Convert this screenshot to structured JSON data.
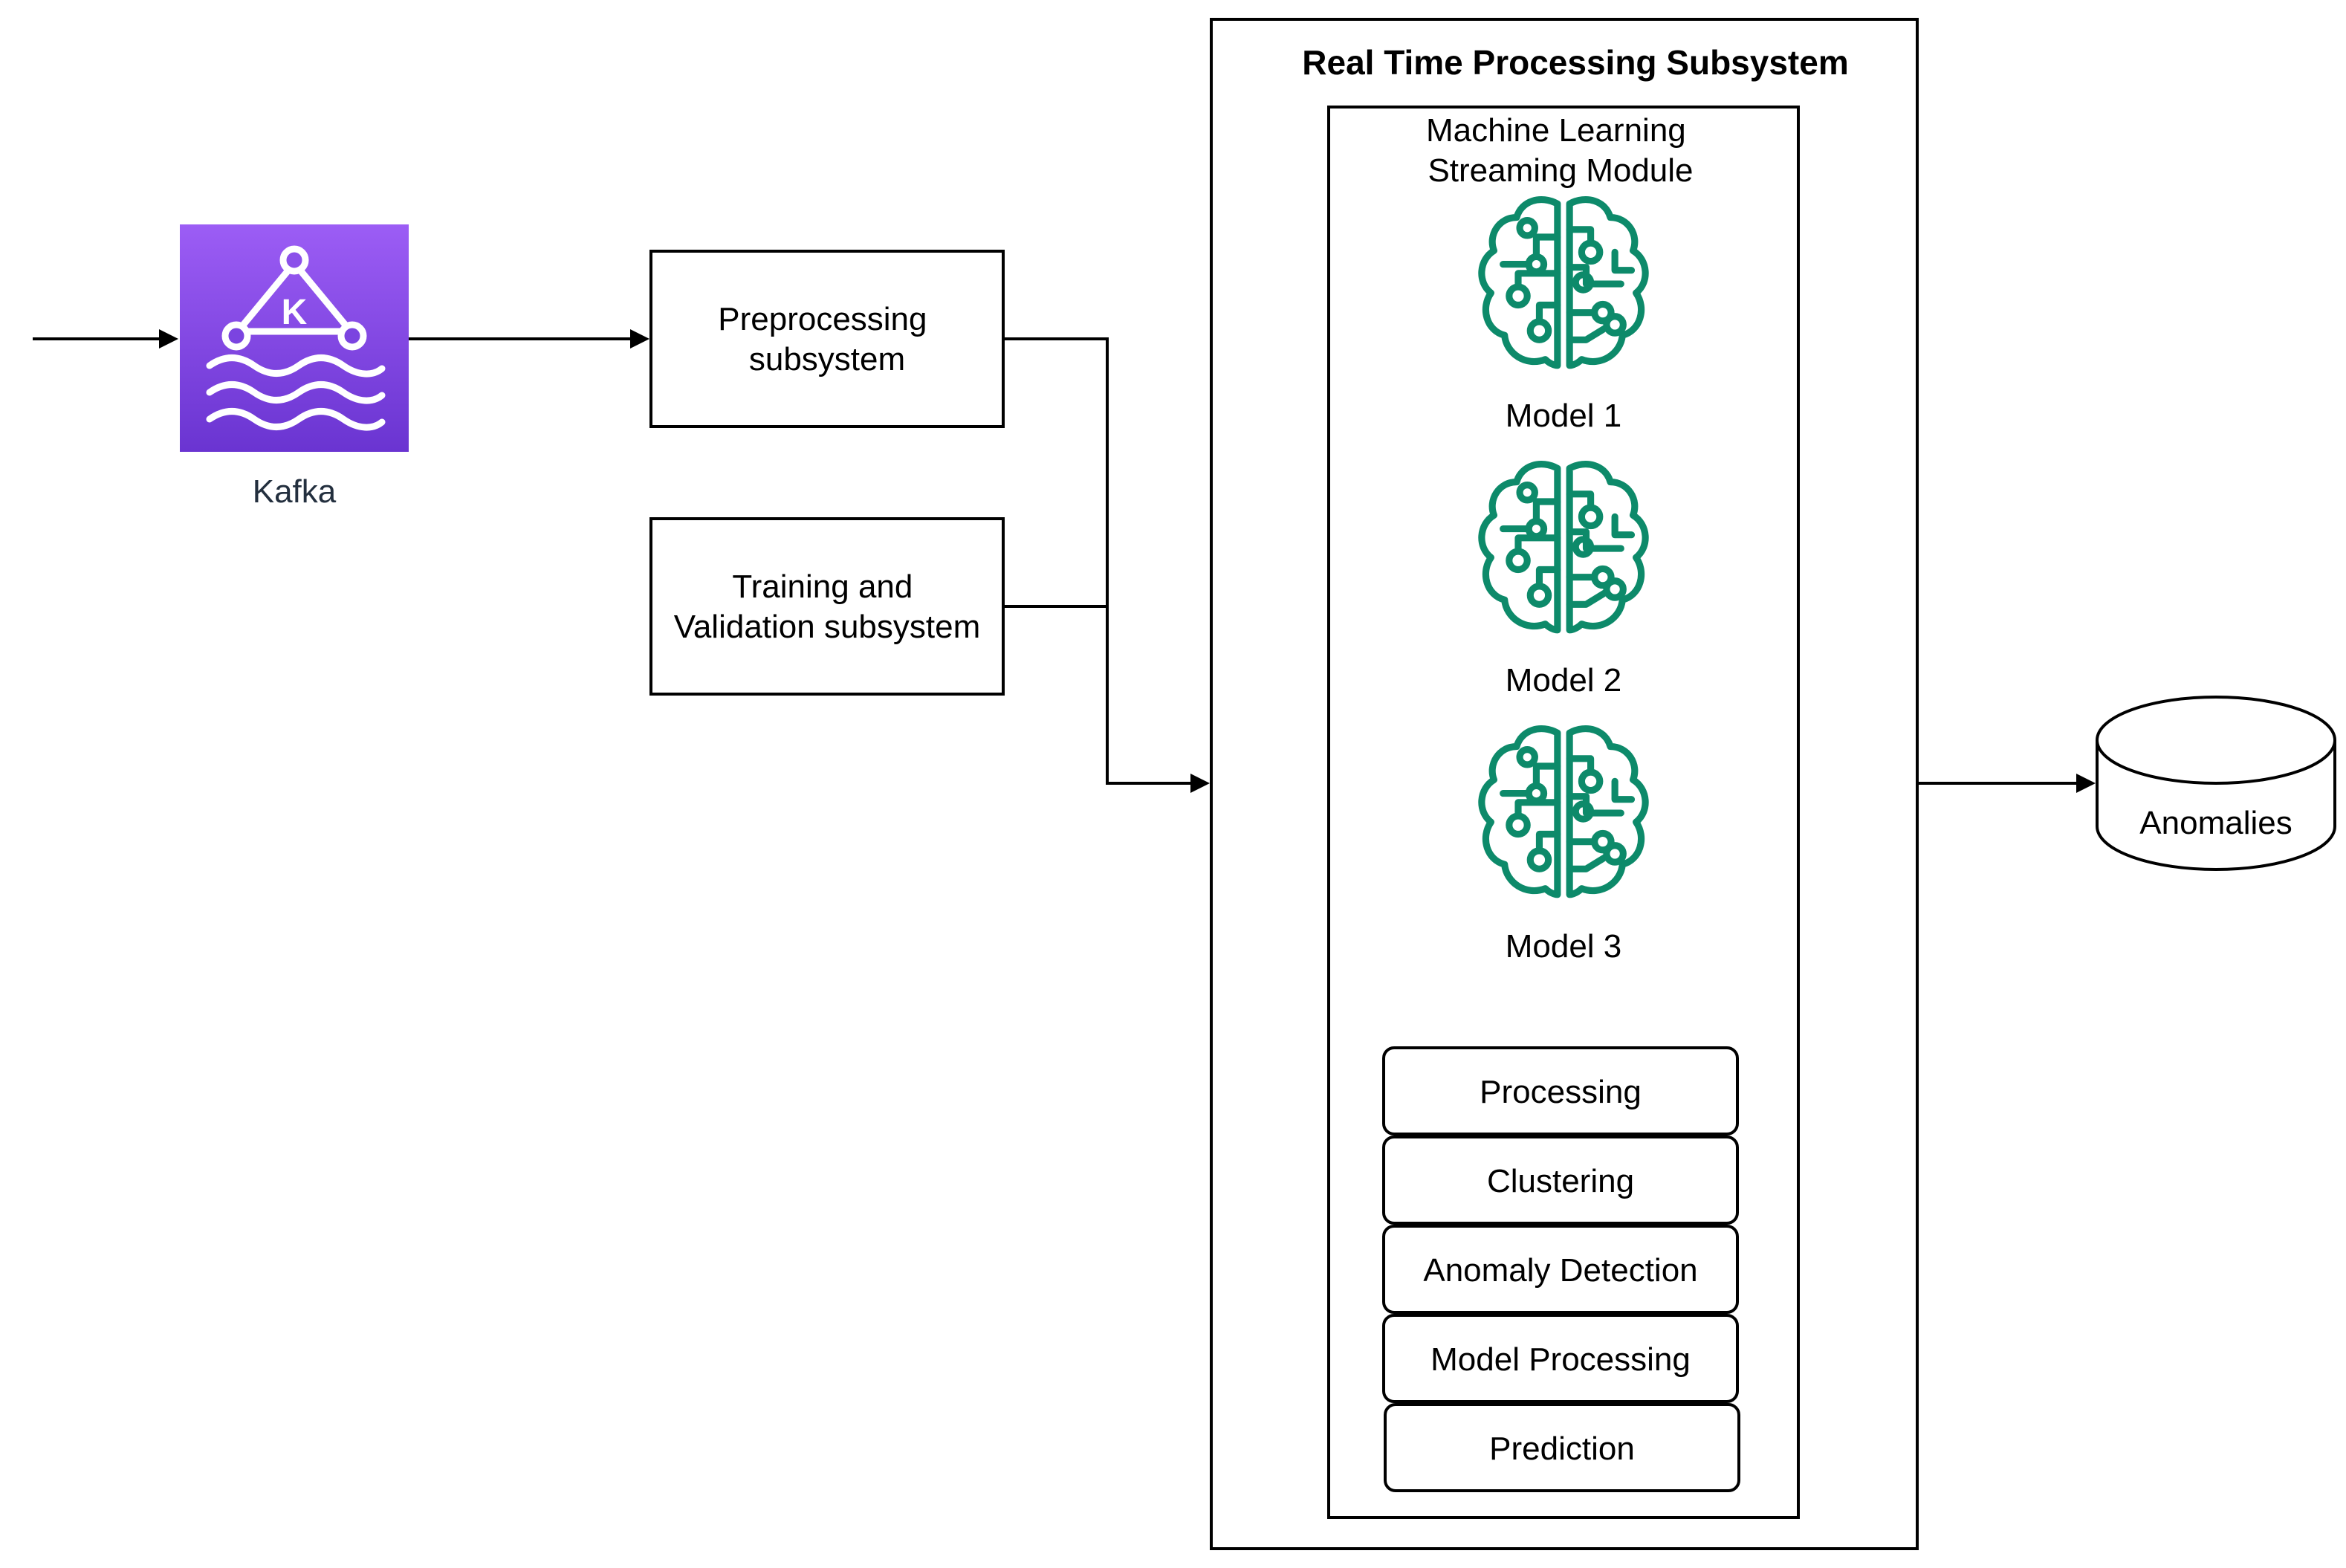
{
  "colors": {
    "kafka_gradient_top": "#9c5df5",
    "kafka_gradient_bottom": "#6a34d1",
    "model_icon": "#0d8a6a",
    "stroke": "#000000"
  },
  "input": {
    "label": ""
  },
  "kafka": {
    "label": "Kafka",
    "icon_letter": "K",
    "icon": "kafka-icon"
  },
  "preprocessing": {
    "lines": [
      "Preprocessing",
      "subsystem"
    ]
  },
  "training": {
    "lines": [
      "Training and",
      "Validation subsystem"
    ]
  },
  "rtps": {
    "title": "Real Time Processing Subsystem",
    "ml_module": {
      "lines": [
        "Machine Learning",
        "Streaming Module"
      ],
      "models": [
        {
          "label": "Model 1",
          "icon": "brain-circuit-icon"
        },
        {
          "label": "Model 2",
          "icon": "brain-circuit-icon"
        },
        {
          "label": "Model 3",
          "icon": "brain-circuit-icon"
        }
      ],
      "steps": [
        "Processing",
        "Clustering",
        "Anomaly Detection",
        "Model Processing",
        "Prediction"
      ]
    }
  },
  "anomalies": {
    "label": "Anomalies",
    "shape": "database-cylinder"
  }
}
